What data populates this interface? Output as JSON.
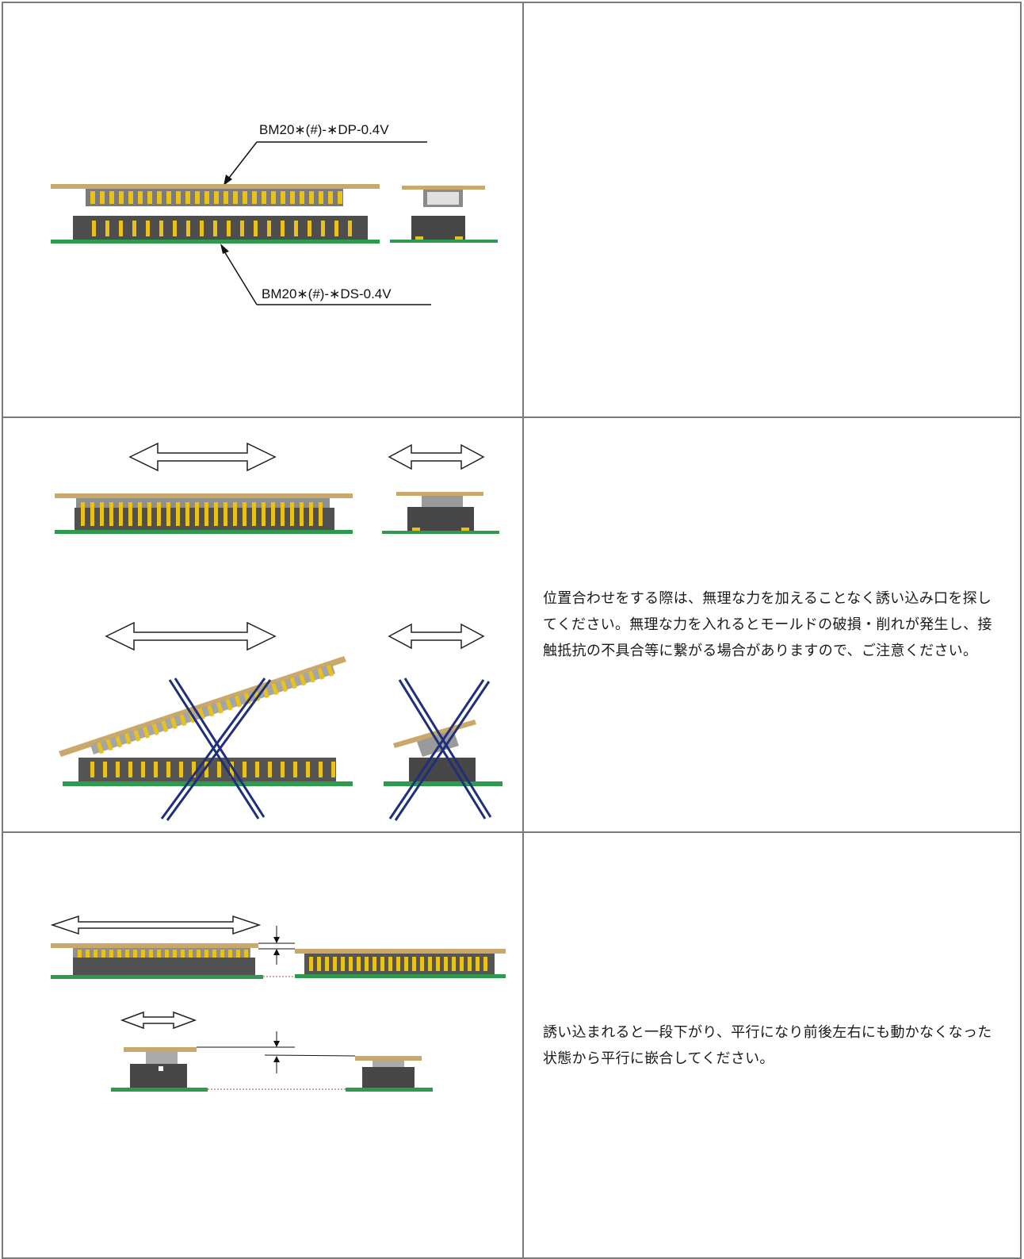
{
  "rows": [
    {
      "labels": {
        "plug_part": "BM20∗(#)-∗DP-0.4V",
        "receptacle_part": "BM20∗(#)-∗DS-0.4V"
      },
      "description": ""
    },
    {
      "description": "位置合わせをする際は、無理な力を加えることなく誘い込み口を探してください。無理な力を入れるとモールドの破損・削れが発生し、接触抵抗の不具合等に繋がる場合がありますので、ご注意ください。"
    },
    {
      "description": "誘い込まれると一段下がり、平行になり前後左右にも動かなくなった状態から平行に嵌合してください。"
    }
  ],
  "colors": {
    "pcb_green": "#2e9a4e",
    "board_tan": "#c9a86a",
    "connector_gray": "#5a5a5a",
    "contact_yellow": "#e8c21a",
    "cross_navy": "#1f2f7a"
  }
}
